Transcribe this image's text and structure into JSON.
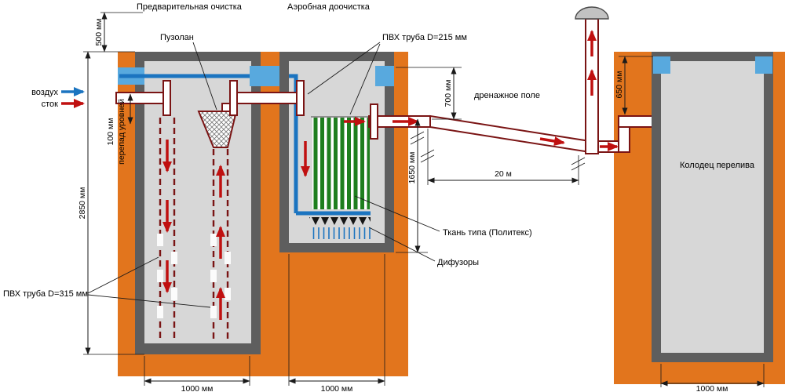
{
  "diagram": {
    "section_titles": {
      "pretreatment": "Предварительная очистка",
      "aerobic": "Аэробная доочистка"
    },
    "legend": {
      "air": "воздух",
      "sewage": "сток"
    },
    "labels": {
      "pozzolan": "Пузолан",
      "pvc_pipe_215": "ПВХ труба D=215 мм",
      "drainage_field": "дренажное поле",
      "overflow_well": "Колодец перелива",
      "fabric": "Ткань типа (Политекс)",
      "diffusers": "Дифузоры",
      "pvc_pipe_315": "ПВХ труба D=315 мм"
    },
    "dimensions": {
      "surface_offset": "500 мм",
      "excavation_depth": "2850 мм",
      "level_drop": "100 мм",
      "level_drop_caption": "перепад уровней",
      "pipe_depth": "700 мм",
      "aerobic_depth": "1650 мм",
      "field_length": "20 м",
      "well_inlet_depth": "650 мм",
      "tank1_width": "1000 мм",
      "tank2_width": "1000 мм",
      "well_width": "1000 мм"
    },
    "colors": {
      "soil": "#E2751D",
      "wall": "#5E5E5E",
      "interior": "#D7D7D7",
      "water_blue": "#58A9DE",
      "air_blue": "#1B74C0",
      "pipe_maroon": "#7A1414",
      "flow_red": "#C01010",
      "fabric_green": "#1E7E1E"
    }
  }
}
